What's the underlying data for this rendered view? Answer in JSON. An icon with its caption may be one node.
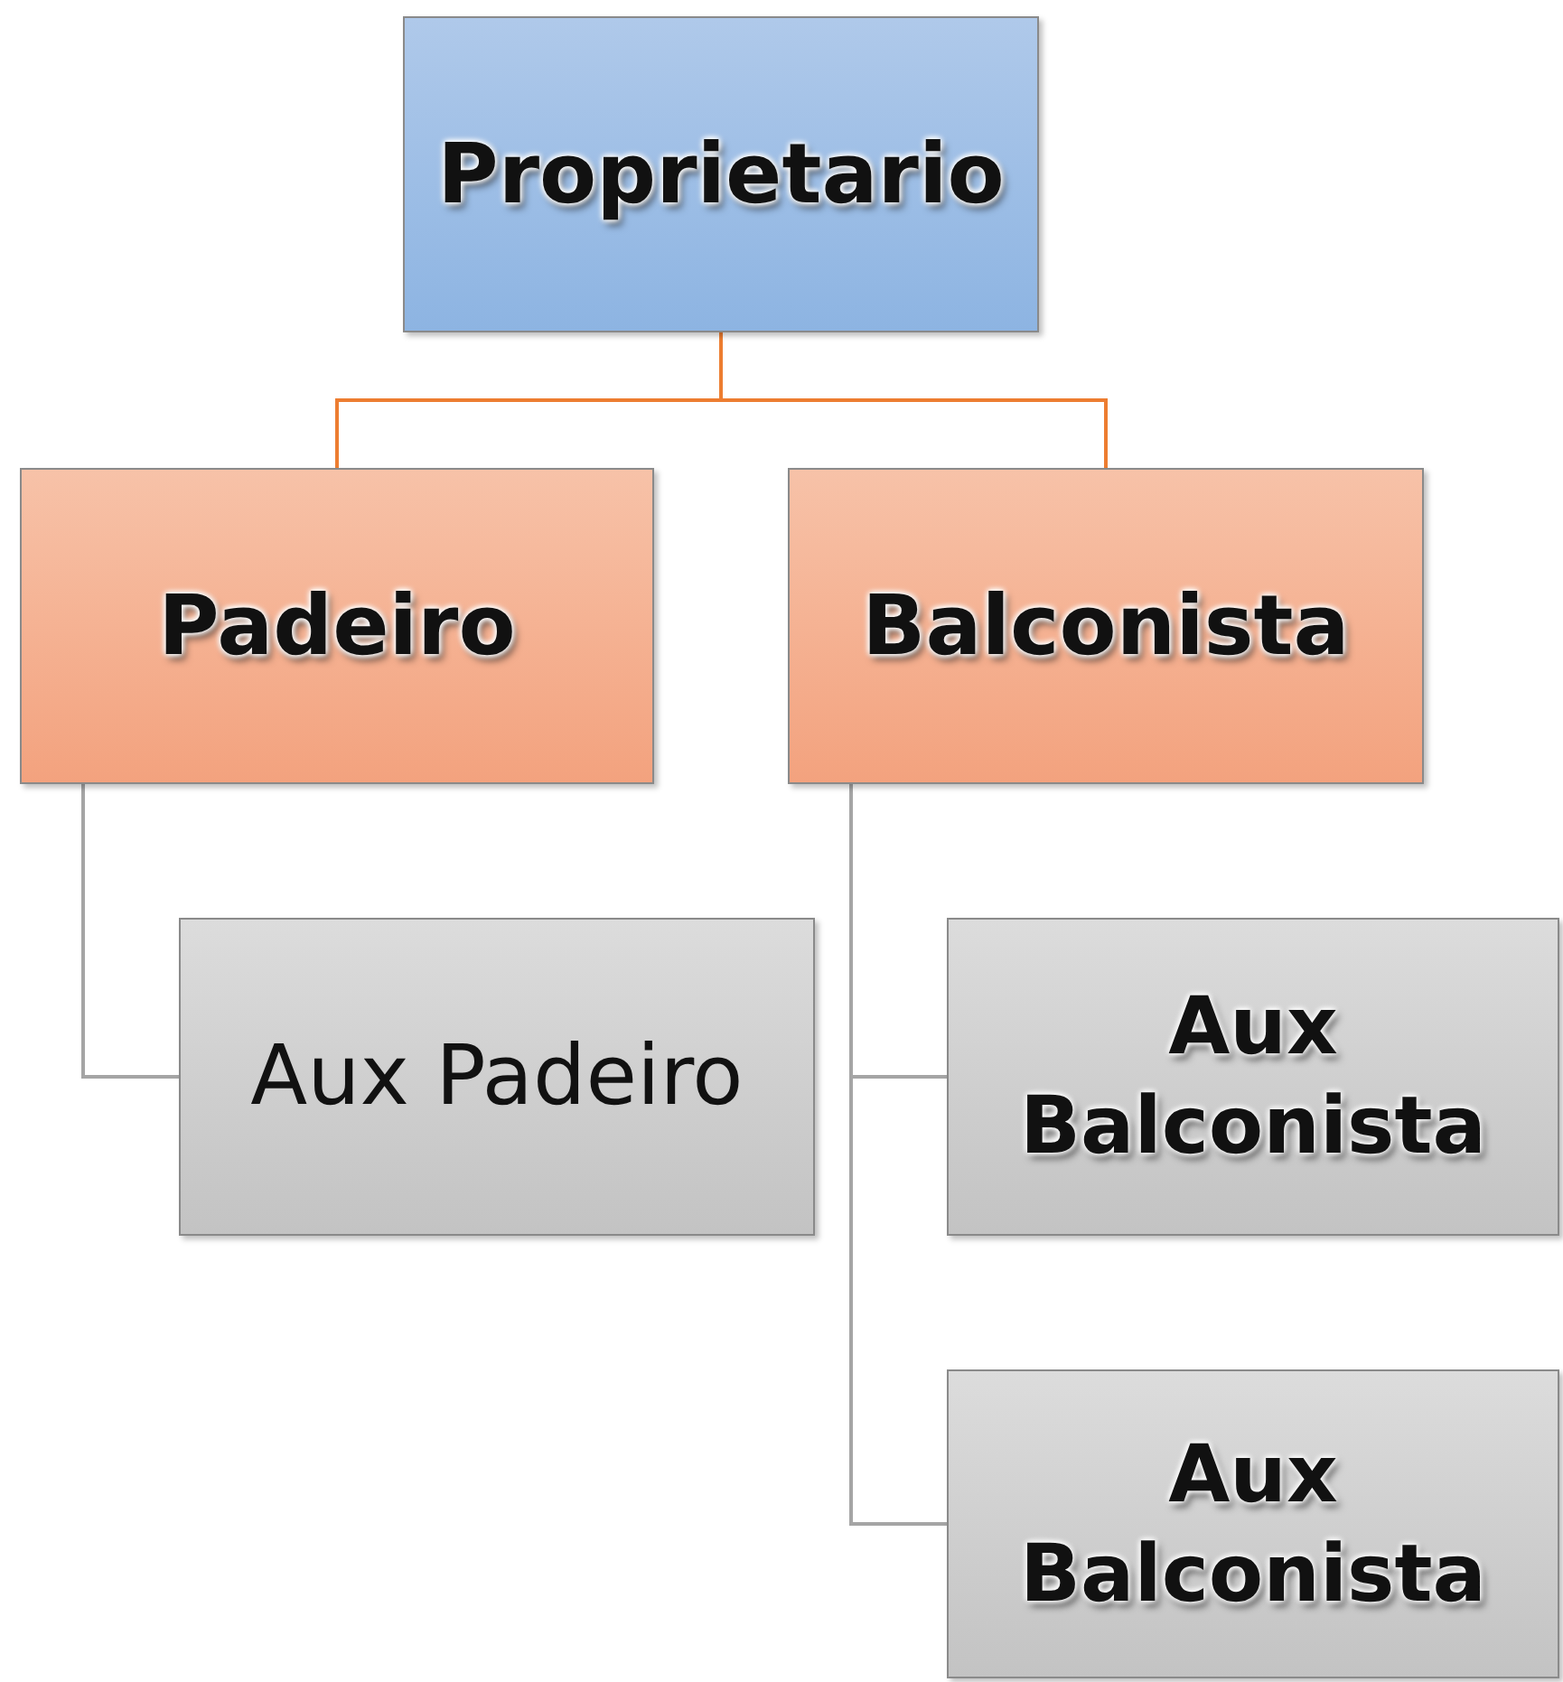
{
  "diagram": {
    "nodes": [
      {
        "text": [
          "Proprietario"
        ]
      },
      {
        "text": [
          "Padeiro"
        ]
      },
      {
        "text": [
          "Balconista"
        ]
      },
      {
        "text": [
          "Aux Padeiro"
        ]
      },
      {
        "text": [
          "Aux Balconista"
        ]
      },
      {
        "text": [
          "Aux Balconista"
        ]
      }
    ],
    "edges": [
      {
        "from": 0,
        "to": 1,
        "arrow": "none",
        "color": "#ed7d31"
      },
      {
        "from": 0,
        "to": 2,
        "arrow": "none",
        "color": "#ed7d31"
      },
      {
        "from": 1,
        "to": 3,
        "arrow": "none"
      },
      {
        "from": 2,
        "to": 4,
        "arrow": "none"
      },
      {
        "from": 2,
        "to": 5,
        "arrow": "none"
      }
    ]
  }
}
